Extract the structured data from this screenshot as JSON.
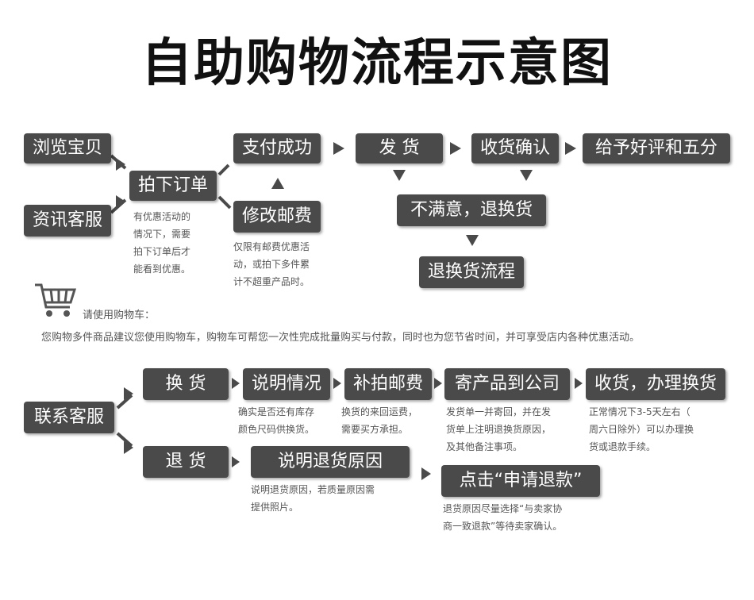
{
  "title": "自助购物流程示意图",
  "flow1": {
    "browse": "浏览宝贝",
    "consult": "资讯客服",
    "order": "拍下订单",
    "order_note": "有优惠活动的\n情况下，需要\n拍下订单后才\n能看到优惠。",
    "paid": "支付成功",
    "edit_postage": "修改邮费",
    "edit_note": "仅限有邮费优惠活\n动，或拍下多件累\n计不超重产品时。",
    "ship": "发 货",
    "confirm": "收货确认",
    "review": "给予好评和五分",
    "unsatisfied": "不满意，退换货",
    "return_flow": "退换货流程"
  },
  "cart": {
    "label": "请使用购物车：",
    "info": "您购物多件商品建议您使用购物车，购物车可帮您一次性完成批量购买与付款，同时也为您节省时间，并可享受店内各种优惠活动。"
  },
  "flow2": {
    "contact": "联系客服",
    "exchange": "换 货",
    "refund": "退 货",
    "explain": "说明情况",
    "explain_note": "确实是否还有库存\n颜色尺码供换货。",
    "repost": "补拍邮费",
    "repost_note": "换货的来回运费，\n需要买方承担。",
    "send_back": "寄产品到公司",
    "send_note": "发货单一并寄回，并在发\n货单上注明退换货原因，\n及其他备注事项。",
    "receive": "收货，办理换货",
    "receive_note": "正常情况下3-5天左右（\n周六日除外）可以办理换\n货或退款手续。",
    "explain_refund": "说明退货原因",
    "explain_refund_note": "说明退货原因，若质量原因需\n提供照片。",
    "apply": "点击“申请退款”",
    "apply_note": "退货原因尽量选择“与卖家协\n商一致退款”等待卖家确认。"
  }
}
